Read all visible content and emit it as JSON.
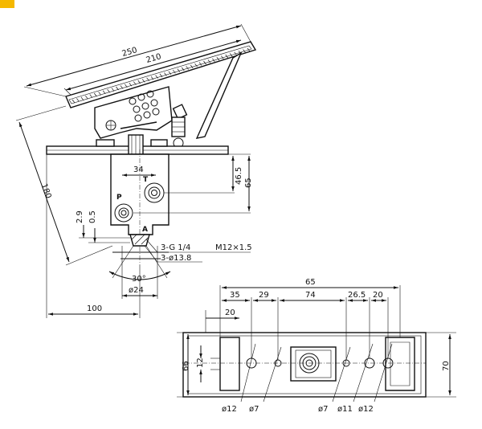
{
  "marker_color": "#f5b800",
  "side_view": {
    "dim_250": "250",
    "dim_210": "210",
    "dim_180": "180",
    "dim_34": "34",
    "dim_46_5": "46.5",
    "dim_65": "65",
    "dim_2_9": "2.9",
    "dim_0_5": "0.5",
    "dim_100": "100",
    "port_p": "P",
    "port_t": "T",
    "port_a": "A",
    "thread_label": "3-G 1/4",
    "bolt_label": "M12×1.5",
    "hole_label": "3-ø13.8",
    "angle_label": "30°",
    "dia_24": "ø24"
  },
  "plan_view": {
    "dim_65": "65",
    "dim_35": "35",
    "dim_29": "29",
    "dim_74": "74",
    "dim_26_5": "26.5",
    "dim_20_right": "20",
    "dim_20_left": "20",
    "dim_66": "66",
    "dim_12": "12",
    "dim_70": "70",
    "hole_1": "ø12",
    "hole_2": "ø7",
    "hole_3": "ø7",
    "hole_4": "ø11",
    "hole_5": "ø12"
  }
}
